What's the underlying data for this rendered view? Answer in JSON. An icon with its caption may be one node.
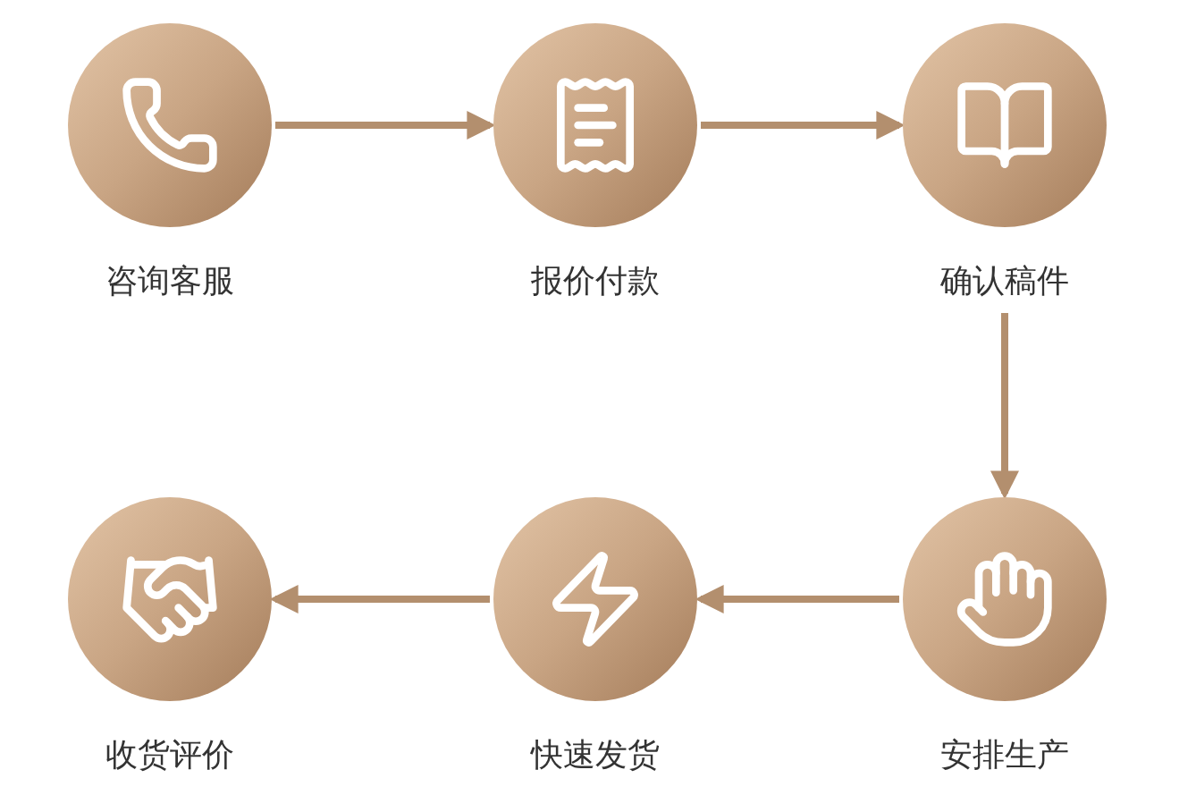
{
  "diagram": {
    "nodes": [
      {
        "text": [
          "咨询客服"
        ]
      },
      {
        "text": [
          "报价付款"
        ]
      },
      {
        "text": [
          "确认稿件"
        ]
      },
      {
        "text": [
          "收货评价"
        ]
      },
      {
        "text": [
          "快速发货"
        ]
      },
      {
        "text": [
          "安排生产"
        ]
      }
    ],
    "edges": [
      {
        "from": 0,
        "to": 1,
        "arrow": "to"
      },
      {
        "from": 1,
        "to": 2,
        "arrow": "to"
      },
      {
        "from": 2,
        "to": 5,
        "arrow": "to"
      },
      {
        "from": 5,
        "to": 4,
        "arrow": "to"
      },
      {
        "from": 4,
        "to": 3,
        "arrow": "to"
      }
    ]
  }
}
